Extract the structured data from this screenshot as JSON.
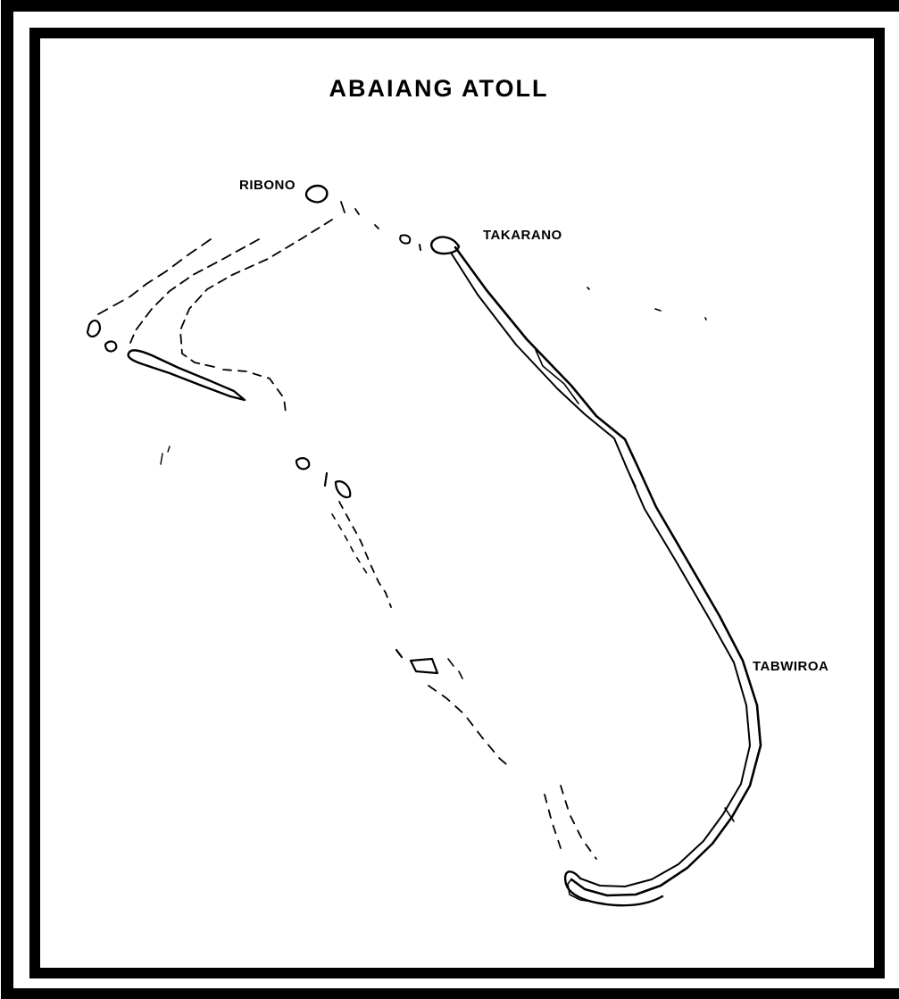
{
  "map": {
    "title": "ABAIANG ATOLL",
    "places": {
      "ribono": "RIBONO",
      "takarano": "TAKARANO",
      "tabwiroa": "TABWIROA"
    },
    "colors": {
      "ink": "#000000",
      "paper": "#ffffff"
    }
  }
}
